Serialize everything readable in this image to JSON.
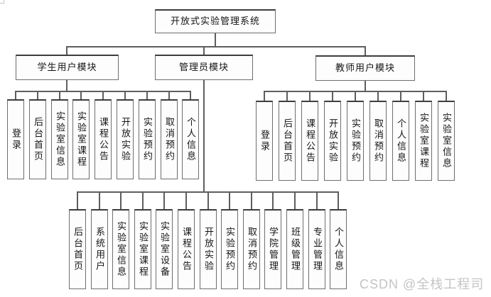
{
  "diagram": {
    "root_label": "开放式实验管理系统",
    "modules": [
      {
        "label": "学生用户模块",
        "children": [
          "登录",
          "后台首页",
          "实验室信息",
          "实验室课程",
          "课程公告",
          "开放实验",
          "实验预约",
          "取消预约",
          "个人信息"
        ]
      },
      {
        "label": "管理员模块",
        "children": [
          "后台首页",
          "系统用户",
          "实验室信息",
          "实验室课程",
          "实验室设备",
          "课程公告",
          "开放实验",
          "实验预约",
          "取消预约",
          "学院管理",
          "班级管理",
          "专业管理",
          "个人信息"
        ]
      },
      {
        "label": "教师用户模块",
        "children": [
          "登录",
          "后台首页",
          "课程公告",
          "开放实验",
          "实验预约",
          "取消预约",
          "个人信息",
          "实验室课程",
          "实验室信息"
        ]
      }
    ]
  },
  "watermark": "CSDN @全栈工程司",
  "colors": {
    "line": "#5e5e5e",
    "box_border": "#6e6e6e",
    "box_border_top": "#3d3d3d",
    "text": "#141414",
    "watermark": "#c4c4c4",
    "background": "#ffffff"
  }
}
